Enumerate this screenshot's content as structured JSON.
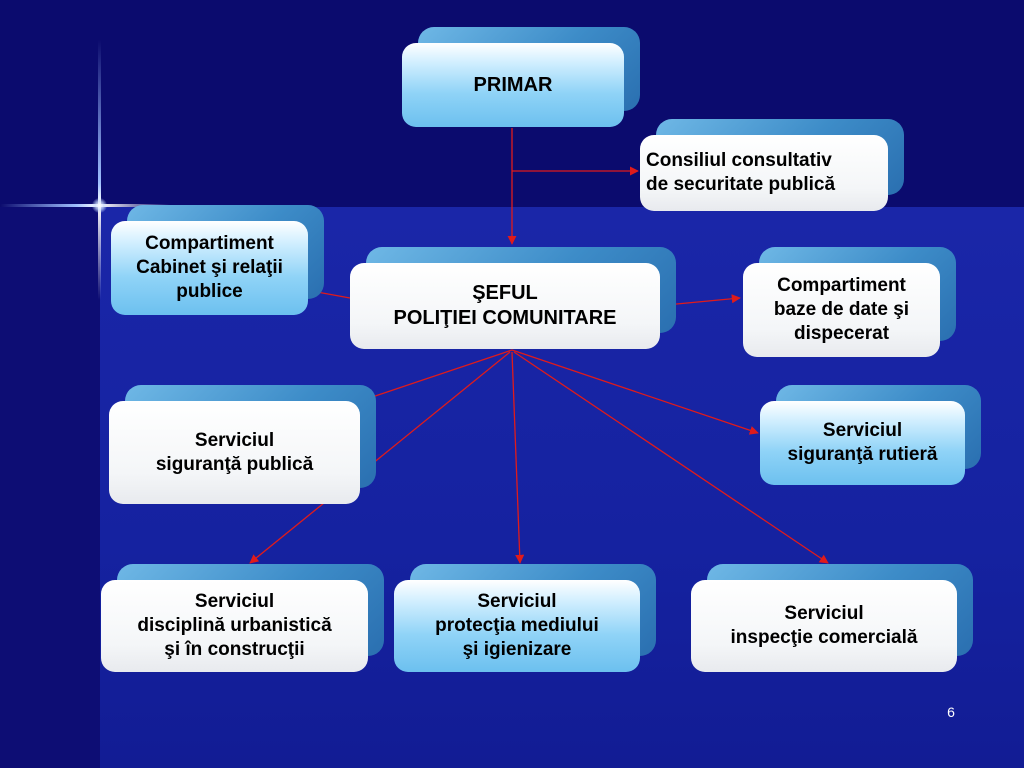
{
  "colors": {
    "connector": "#e01b1b",
    "background": "#0b0b6e"
  },
  "diagram": {
    "primar": "PRIMAR",
    "consiliul": "Consiliul consultativ\nde securitate publică",
    "cabinet": "Compartiment\nCabinet şi relaţii\npublice",
    "seful": "ŞEFUL\nPOLIŢIEI COMUNITARE",
    "baze_date": "Compartiment\nbaze de date şi\ndispecerat",
    "siguranta_publica": "Serviciul\nsiguranţă publică",
    "siguranta_rutiera": "Serviciul\nsiguranţă rutieră",
    "disciplina": "Serviciul\ndisciplină urbanistică\nşi în construcţii",
    "protectia": "Serviciul\nprotecţia mediului\nşi igienizare",
    "inspectie": "Serviciul\ninspecţie comercială"
  },
  "page_number": "6"
}
